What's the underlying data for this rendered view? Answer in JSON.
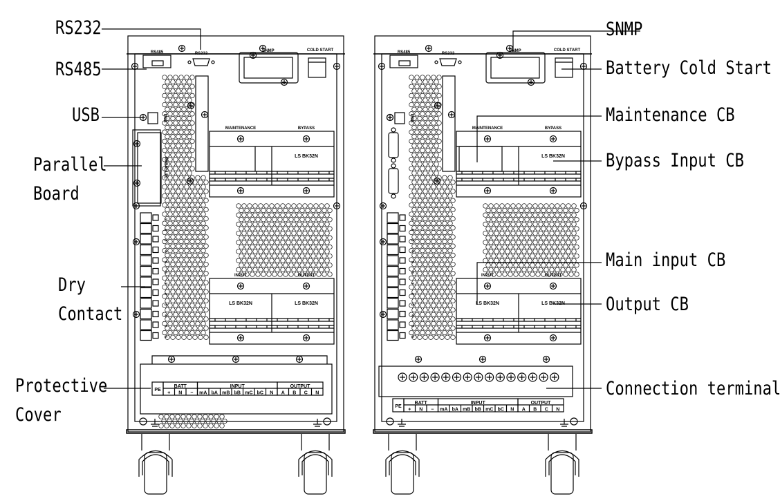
{
  "callouts_left": [
    {
      "id": "rs232",
      "lines": [
        "RS232"
      ]
    },
    {
      "id": "rs485",
      "lines": [
        "RS485"
      ]
    },
    {
      "id": "usb",
      "lines": [
        "USB"
      ]
    },
    {
      "id": "parallel-board",
      "lines": [
        "Parallel",
        "Board"
      ]
    },
    {
      "id": "dry-contact",
      "lines": [
        "Dry",
        "Contact"
      ]
    },
    {
      "id": "protective-cover",
      "lines": [
        "Protective",
        "Cover"
      ]
    }
  ],
  "callouts_right": [
    {
      "id": "snmp",
      "lines": [
        "SNMP"
      ]
    },
    {
      "id": "battery-cold-start",
      "lines": [
        "Battery Cold Start"
      ]
    },
    {
      "id": "maintenance-cb",
      "lines": [
        "Maintenance CB"
      ]
    },
    {
      "id": "bypass-input-cb",
      "lines": [
        "Bypass Input CB"
      ]
    },
    {
      "id": "main-input-cb",
      "lines": [
        "Main input CB"
      ]
    },
    {
      "id": "output-cb",
      "lines": [
        "Output CB"
      ]
    },
    {
      "id": "connection-terminal",
      "lines": [
        "Connection terminal"
      ]
    }
  ],
  "panel_labels": {
    "rs485": "RS485",
    "rs232": "RS232",
    "snmp": "SNMP",
    "cold_start": "COLD START",
    "usb": "USB",
    "parallel": "PARALLEL",
    "maintenance": "MAINTENANCE",
    "bypass": "BYPASS",
    "breaker_model": "LS BK32N",
    "input": "INPUT",
    "output": "OUTPUT"
  },
  "terminal_table": {
    "pe": "PE",
    "groups": [
      {
        "title": "BATT",
        "cols": [
          "+",
          "N",
          "−"
        ]
      },
      {
        "title": "INPUT",
        "cols": [
          "mA",
          "bA",
          "mB",
          "bB",
          "mC",
          "bC",
          "N"
        ]
      },
      {
        "title": "OUTPUT",
        "cols": [
          "A",
          "B",
          "C",
          "N"
        ]
      }
    ]
  }
}
